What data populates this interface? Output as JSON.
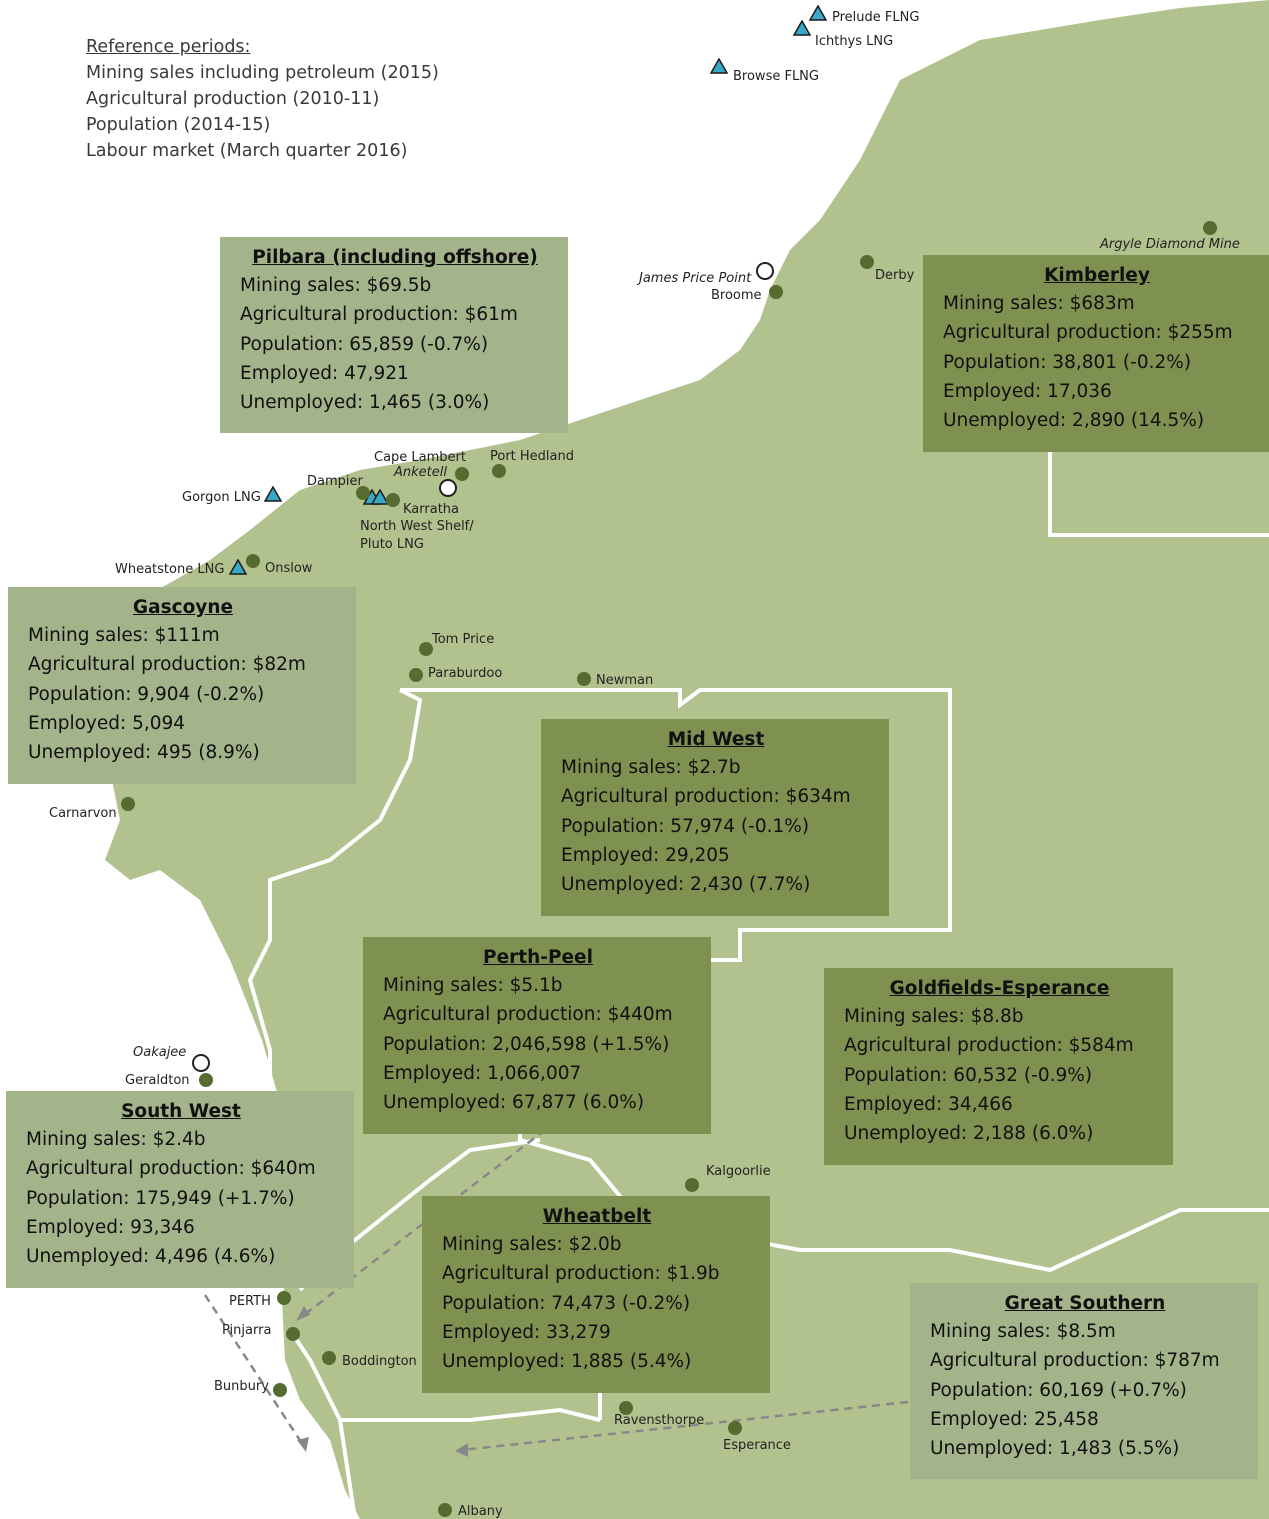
{
  "reference": {
    "title": "Reference periods:",
    "lines": [
      "Mining sales including petroleum (2015)",
      "Agricultural production (2010-11)",
      "Population (2014-15)",
      "Labour market (March quarter 2016)"
    ]
  },
  "regions": {
    "pilbara": {
      "title": "Pilbara (including offshore)",
      "mining": "Mining sales: $69.5b",
      "agri": "Agricultural production: $61m",
      "population": "Population: 65,859 (-0.7%)",
      "employed": "Employed: 47,921",
      "unemployed": "Unemployed: 1,465 (3.0%)"
    },
    "kimberley": {
      "title": "Kimberley",
      "mining": "Mining sales: $683m",
      "agri": "Agricultural production: $255m",
      "population": "Population: 38,801 (-0.2%)",
      "employed": "Employed: 17,036",
      "unemployed": "Unemployed: 2,890 (14.5%)"
    },
    "gascoyne": {
      "title": "Gascoyne",
      "mining": "Mining sales: $111m",
      "agri": "Agricultural production: $82m",
      "population": "Population: 9,904 (-0.2%)",
      "employed": "Employed: 5,094",
      "unemployed": "Unemployed: 495 (8.9%)"
    },
    "midwest": {
      "title": "Mid West",
      "mining": "Mining sales: $2.7b",
      "agri": "Agricultural production: $634m",
      "population": "Population: 57,974 (-0.1%)",
      "employed": "Employed: 29,205",
      "unemployed": "Unemployed: 2,430 (7.7%)"
    },
    "perthpeel": {
      "title": "Perth-Peel",
      "mining": "Mining sales: $5.1b",
      "agri": "Agricultural production: $440m",
      "population": "Population: 2,046,598 (+1.5%)",
      "employed": "Employed: 1,066,007",
      "unemployed": "Unemployed: 67,877 (6.0%)"
    },
    "goldfields": {
      "title": "Goldfields-Esperance",
      "mining": "Mining sales: $8.8b",
      "agri": "Agricultural production: $584m",
      "population": "Population: 60,532 (-0.9%)",
      "employed": "Employed: 34,466",
      "unemployed": "Unemployed: 2,188 (6.0%)"
    },
    "southwest": {
      "title": "South West",
      "mining": "Mining sales: $2.4b",
      "agri": "Agricultural production: $640m",
      "population": "Population: 175,949 (+1.7%)",
      "employed": "Employed: 93,346",
      "unemployed": "Unemployed: 4,496 (4.6%)"
    },
    "wheatbelt": {
      "title": "Wheatbelt",
      "mining": "Mining sales: $2.0b",
      "agri": "Agricultural production: $1.9b",
      "population": "Population: 74,473 (-0.2%)",
      "employed": "Employed: 33,279",
      "unemployed": "Unemployed: 1,885 (5.4%)"
    },
    "greatsouthern": {
      "title": "Great Southern",
      "mining": "Mining sales: $8.5m",
      "agri": "Agricultural production: $787m",
      "population": "Population: 60,169 (+0.7%)",
      "employed": "Employed: 25,458",
      "unemployed": "Unemployed: 1,483 (5.5%)"
    }
  },
  "places": {
    "prelude": "Prelude FLNG",
    "ichthys": "Ichthys LNG",
    "browse": "Browse FLNG",
    "argyle": "Argyle Diamond Mine",
    "derby": "Derby",
    "jpp": "James Price Point",
    "broome": "Broome",
    "capelambert": "Cape Lambert",
    "porthedland": "Port Hedland",
    "anketell": "Anketell",
    "dampier": "Dampier",
    "gorgon": "Gorgon LNG",
    "karratha": "Karratha",
    "nws1": "North West Shelf/",
    "nws2": "Pluto LNG",
    "wheatstone": "Wheatstone LNG",
    "onslow": "Onslow",
    "tomprice": "Tom Price",
    "paraburdoo": "Paraburdoo",
    "newman": "Newman",
    "carnarvon": "Carnarvon",
    "oakajee": "Oakajee",
    "geraldton": "Geraldton",
    "kalgoorlie": "Kalgoorlie",
    "perth": "PERTH",
    "pinjarra": "Pinjarra",
    "boddington": "Boddington",
    "bunbury": "Bunbury",
    "ravensthorpe": "Ravensthorpe",
    "esperance": "Esperance",
    "albany": "Albany"
  },
  "colors": {
    "land": "#b2c28f",
    "border": "#ffffff",
    "box_dark": "#7e9150",
    "box_light": "#a3b38a",
    "town": "#556b2f",
    "lng": "#3aa7c7"
  }
}
